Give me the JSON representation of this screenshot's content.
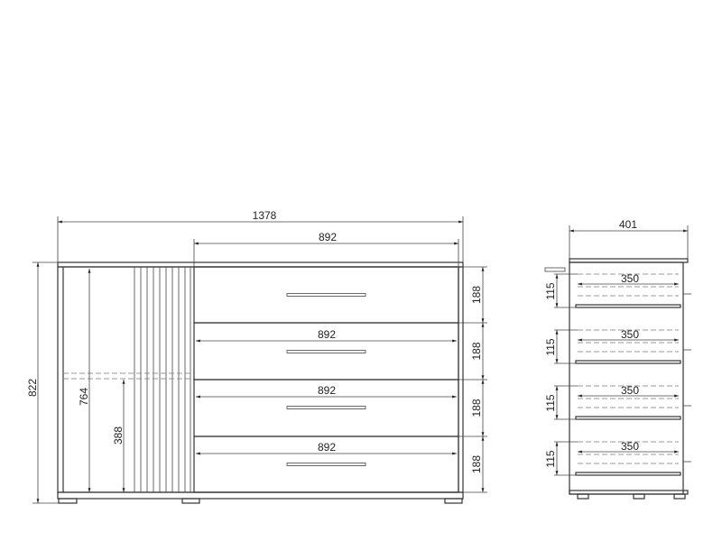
{
  "front_view": {
    "overall_width": "1378",
    "drawer_width_top": "892",
    "drawer_widths": [
      "892",
      "892",
      "892"
    ],
    "overall_height": "822",
    "inner_height": "764",
    "shelf_height": "388",
    "drawer_heights": [
      "188",
      "188",
      "188",
      "188"
    ]
  },
  "side_view": {
    "depth": "401",
    "drawer_depths": [
      "350",
      "350",
      "350",
      "350"
    ],
    "drawer_side_heights": [
      "115",
      "115",
      "115",
      "115"
    ]
  },
  "colors": {
    "line": "#333333",
    "background": "#ffffff"
  }
}
